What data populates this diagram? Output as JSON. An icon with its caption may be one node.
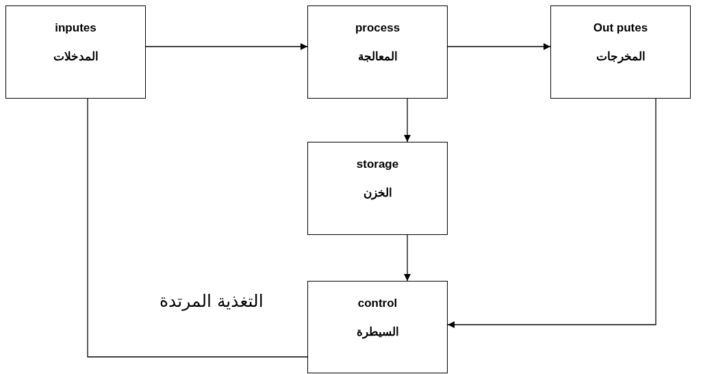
{
  "diagram": {
    "nodes": [
      {
        "text": [
          "inputes",
          "المدخلات"
        ]
      },
      {
        "text": [
          "process",
          "المعالجة"
        ]
      },
      {
        "text": [
          "Out putes",
          "المخرجات"
        ]
      },
      {
        "text": [
          "storage",
          "الخزن"
        ]
      },
      {
        "text": [
          "control",
          "السيطرة"
        ]
      }
    ],
    "edges": [
      {
        "from": 0,
        "to": 1,
        "arrow": "to"
      },
      {
        "from": 1,
        "to": 2,
        "arrow": "to"
      },
      {
        "from": 1,
        "to": 3,
        "arrow": "to"
      },
      {
        "from": 3,
        "to": 4,
        "arrow": "to"
      },
      {
        "from": 2,
        "to": 4,
        "arrow": "to"
      },
      {
        "from": 0,
        "to": 4,
        "arrow": "none",
        "label": "التغذية المرتدة"
      }
    ]
  }
}
